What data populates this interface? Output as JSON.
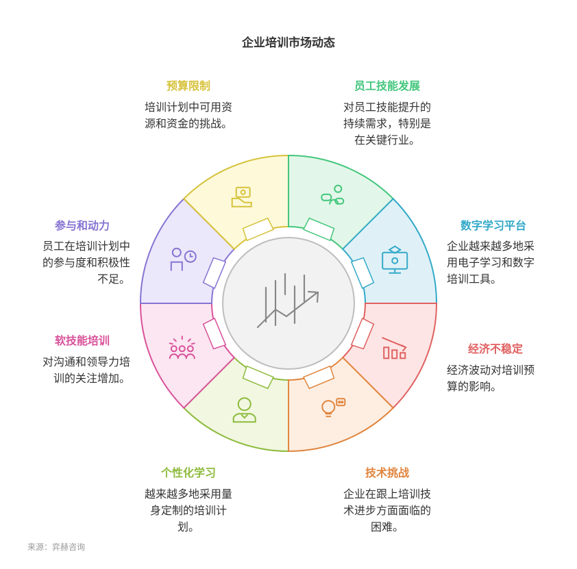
{
  "title": "企业培训市场动态",
  "source": "来源：弈赫咨询",
  "segments": [
    {
      "key": "budget",
      "label": "预算限制",
      "desc": "培训计划中可用资\n源和资金的挑战。",
      "color": "#d6c23b",
      "fill": "#fdf9d9",
      "icon": "money-hand-icon"
    },
    {
      "key": "skills",
      "label": "员工技能发展",
      "desc": "对员工技能提升的\n持续需求，特别是\n在关键行业。",
      "color": "#43c67c",
      "fill": "#e2f7e9",
      "icon": "people-pills-icon"
    },
    {
      "key": "digital",
      "label": "数字学习平台",
      "desc": "企业越来越多地采\n用电子学习和数字\n培训工具。",
      "color": "#33a9c8",
      "fill": "#dff1f7",
      "icon": "elearning-monitor-icon"
    },
    {
      "key": "economy",
      "label": "经济不稳定",
      "desc": "经济波动对培训预\n算的影响。",
      "color": "#e06060",
      "fill": "#fde5e5",
      "icon": "declining-chart-icon"
    },
    {
      "key": "tech",
      "label": "技术挑战",
      "desc": "企业在跟上培训技\n术进步方面面临的\n困难。",
      "color": "#e0853e",
      "fill": "#fdeee1",
      "icon": "bulb-robot-icon"
    },
    {
      "key": "personal",
      "label": "个性化学习",
      "desc": "越来越多地采用量\n身定制的培训计\n划。",
      "color": "#8dbb3c",
      "fill": "#f1f7e1",
      "icon": "learner-person-icon"
    },
    {
      "key": "soft",
      "label": "软技能培训",
      "desc": "对沟通和领导力培\n训的关注增加。",
      "color": "#d9519a",
      "fill": "#fce6f1",
      "icon": "team-celebration-icon"
    },
    {
      "key": "engagement",
      "label": "参与和动力",
      "desc": "员工在培训计划中\n的参与度和积极性\n不足。",
      "color": "#8673d2",
      "fill": "#ece8fb",
      "icon": "person-clock-icon"
    }
  ],
  "center_icon": "growth-chart-icon"
}
